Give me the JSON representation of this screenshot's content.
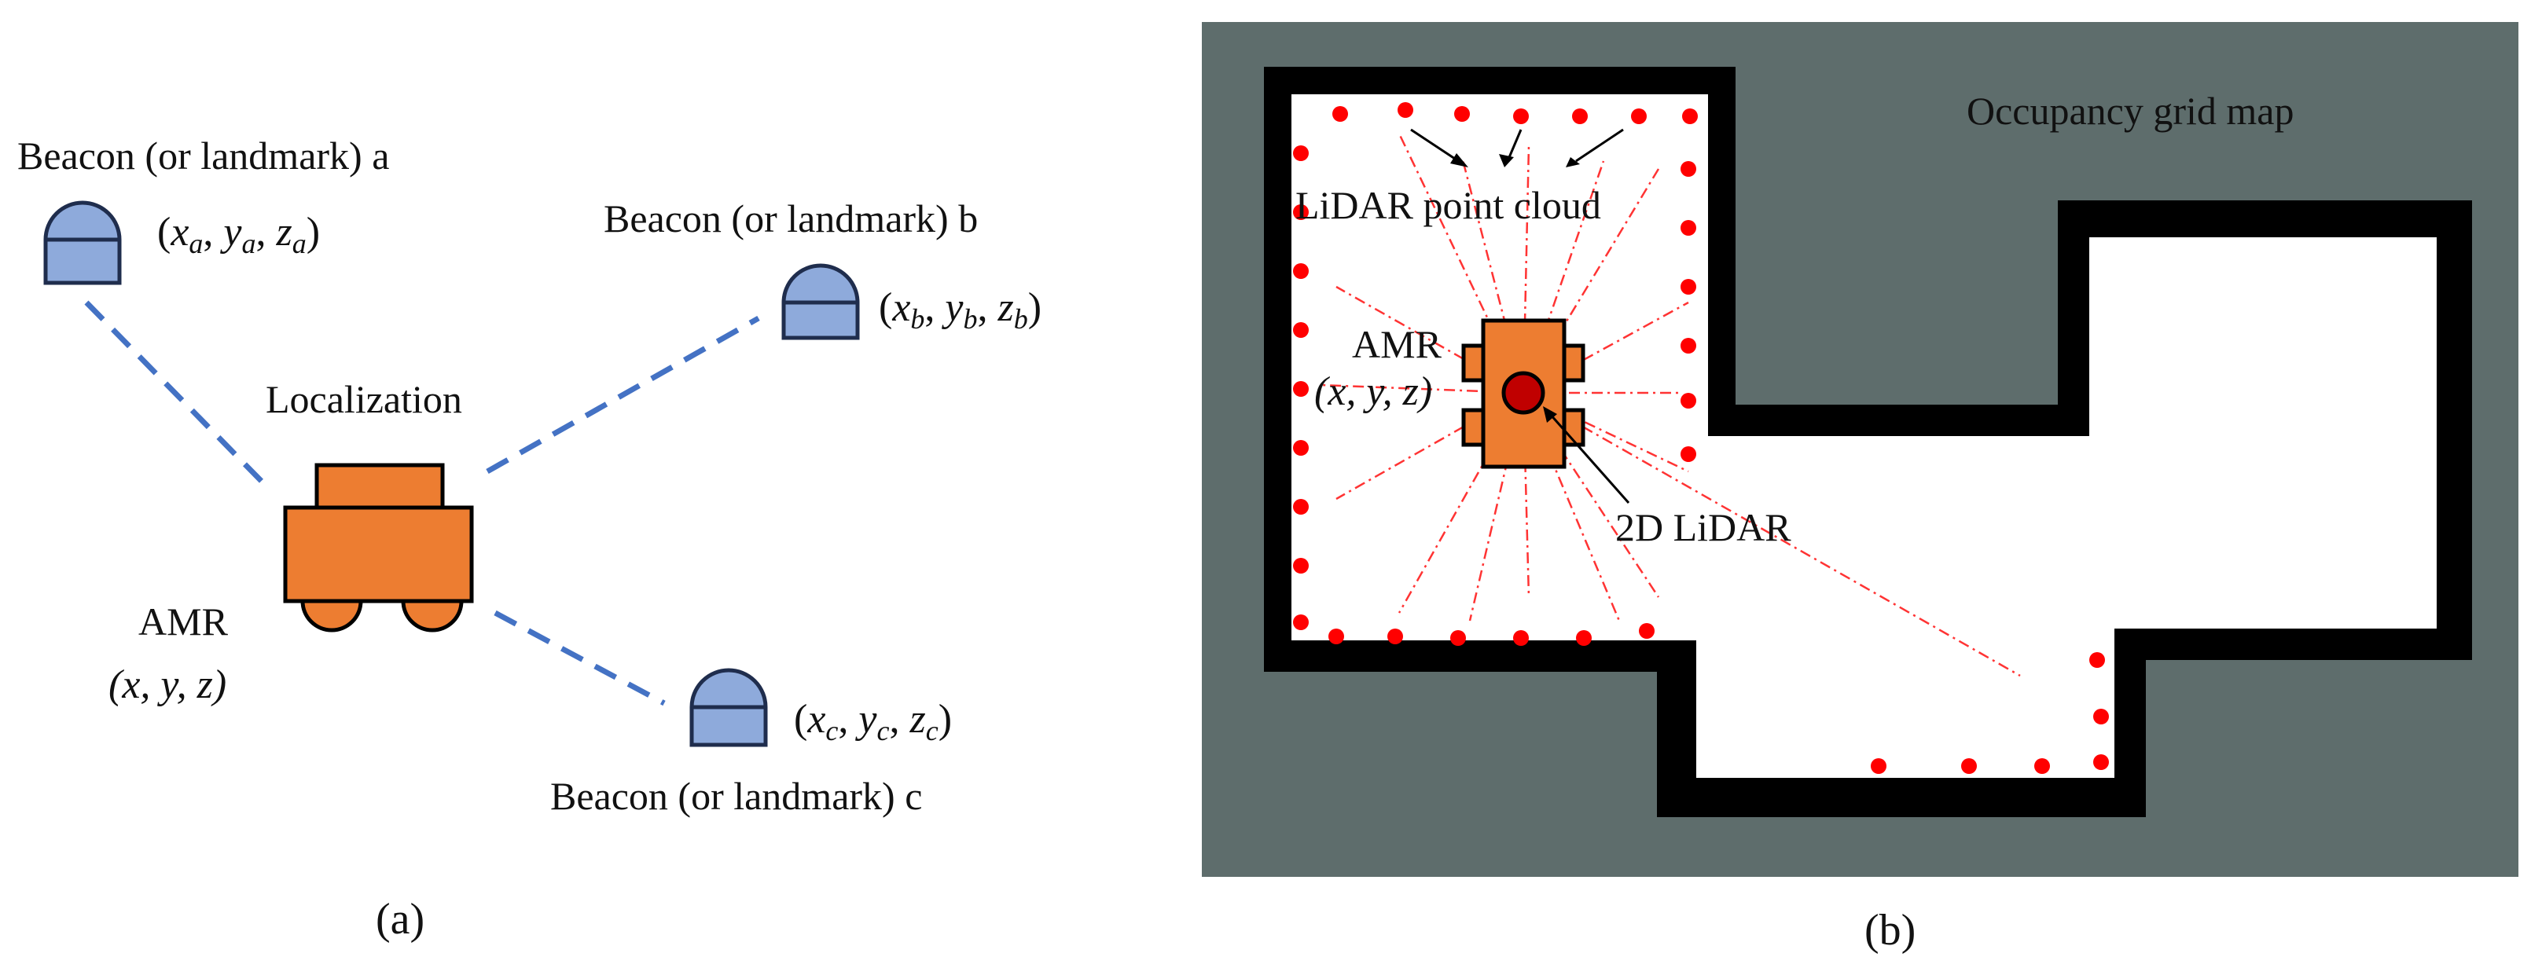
{
  "panel_a": {
    "caption": "(a)",
    "center_label": "Localization",
    "amr": {
      "name": "AMR",
      "coords": "(x, y, z)"
    },
    "beacons": [
      {
        "id": "a",
        "label": "Beacon (or landmark) a",
        "coords": "(x_a, y_a, z_a)",
        "sub": "a"
      },
      {
        "id": "b",
        "label": "Beacon (or landmark) b",
        "coords": "(x_b, y_b, z_b)",
        "sub": "b"
      },
      {
        "id": "c",
        "label": "Beacon (or landmark) c",
        "coords": "(x_c, y_c, z_c)",
        "sub": "c"
      }
    ]
  },
  "panel_b": {
    "caption": "(b)",
    "map_label": "Occupancy grid map",
    "point_cloud_label": "LiDAR point cloud",
    "lidar_label": "2D LiDAR",
    "amr": {
      "name": "AMR",
      "coords": "(x, y, z)"
    }
  },
  "colors": {
    "beacon_fill": "#8eaadb",
    "beacon_stroke": "#1f2d4d",
    "amr_fill": "#ed7d31",
    "dash_line": "#4472c4",
    "map_background": "#5e6d6c",
    "wall": "#000000",
    "free_space": "#ffffff",
    "lidar_point": "#ff0000",
    "lidar_ray": "#ff3333",
    "lidar_sensor": "#c00000"
  }
}
